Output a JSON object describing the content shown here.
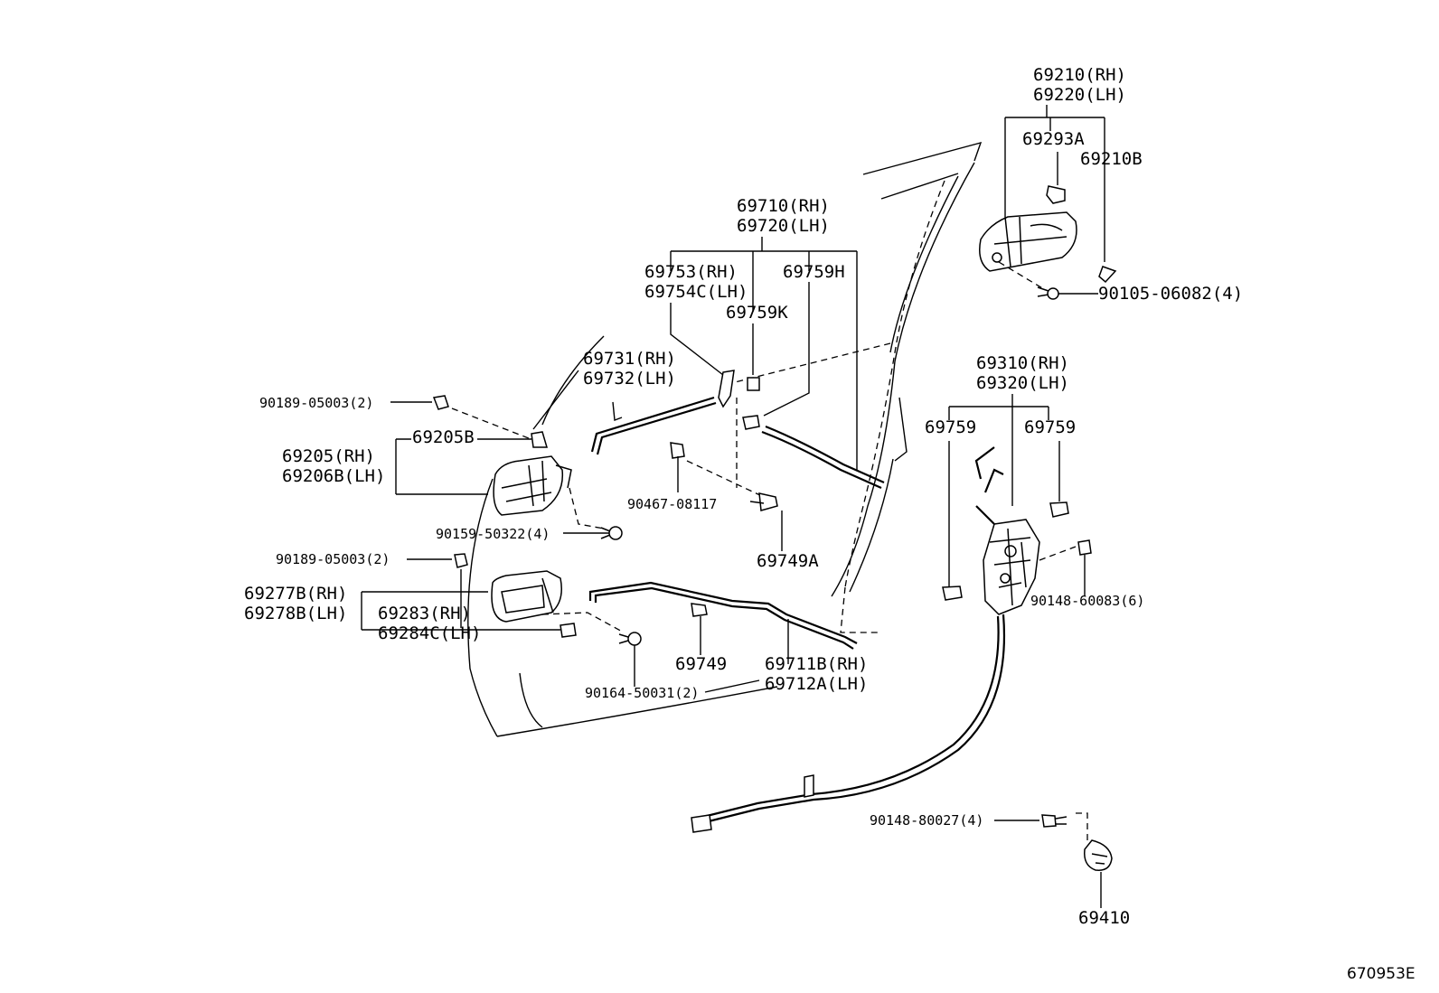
{
  "diagram": {
    "reference_code": "670953E",
    "labels": {
      "p69210": "69210(RH)",
      "p69220": "69220(LH)",
      "p69293A": "69293A",
      "p69210B": "69210B",
      "p90105": "90105-06082(4)",
      "p69710": "69710(RH)",
      "p69720": "69720(LH)",
      "p69753": "69753(RH)",
      "p69754C": "69754C(LH)",
      "p69759H": "69759H",
      "p69759K": "69759K",
      "p69731": "69731(RH)",
      "p69732": "69732(LH)",
      "p90189a": "90189-05003(2)",
      "p69205B": "69205B",
      "p69205": "69205(RH)",
      "p69206B": "69206B(LH)",
      "p90467": "90467-08117",
      "p69749A": "69749A",
      "p90159": "90159-50322(4)",
      "p90189b": "90189-05003(2)",
      "p69277B": "69277B(RH)",
      "p69278B": "69278B(LH)",
      "p69283": "69283(RH)",
      "p69284C": "69284C(LH)",
      "p69749": "69749",
      "p69711B": "69711B(RH)",
      "p69712A": "69712A(LH)",
      "p90164": "90164-50031(2)",
      "p69310": "69310(RH)",
      "p69320": "69320(LH)",
      "p69759a": "69759",
      "p69759b": "69759",
      "p90148a": "90148-60083(6)",
      "p90148b": "90148-80027(4)",
      "p69410": "69410"
    }
  }
}
